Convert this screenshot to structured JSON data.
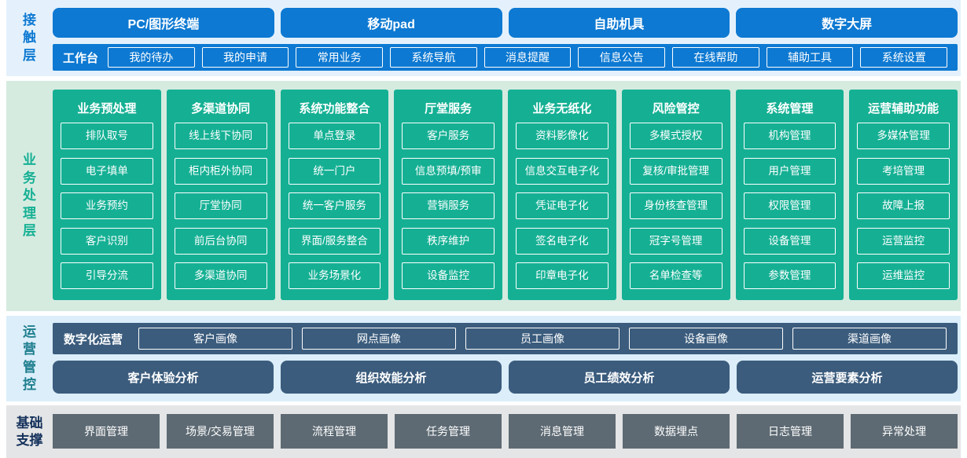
{
  "colors": {
    "blue": "#0d79d2",
    "teal": "#15b094",
    "slate": "#3b5c7d",
    "gray": "#5d6a73",
    "contact_band_bg": "#e4f1fc",
    "business_band_bg": "#d6ebe0",
    "operations_band_bg": "#dbeefa",
    "foundation_band_bg": "#e4e5e6",
    "operations_label": "#1e7e8e",
    "foundation_label": "#15325c"
  },
  "layers": {
    "contact": {
      "label": "接触层",
      "channels": [
        "PC/图形终端",
        "移动pad",
        "自助机具",
        "数字大屏"
      ],
      "workbench": {
        "label": "工作台",
        "items": [
          "我的待办",
          "我的申请",
          "常用业务",
          "系统导航",
          "消息提醒",
          "信息公告",
          "在线帮助",
          "辅助工具",
          "系统设置"
        ]
      }
    },
    "business": {
      "label": "业务处理层",
      "columns": [
        {
          "title": "业务预处理",
          "items": [
            "排队取号",
            "电子填单",
            "业务预约",
            "客户识别",
            "引导分流"
          ]
        },
        {
          "title": "多渠道协同",
          "items": [
            "线上线下协同",
            "柜内柜外协同",
            "厅堂协同",
            "前后台协同",
            "多渠道协同"
          ]
        },
        {
          "title": "系统功能整合",
          "items": [
            "单点登录",
            "统一门户",
            "统一客户服务",
            "界面/服务整合",
            "业务场景化"
          ]
        },
        {
          "title": "厅堂服务",
          "items": [
            "客户服务",
            "信息预填/预审",
            "营销服务",
            "秩序维护",
            "设备监控"
          ]
        },
        {
          "title": "业务无纸化",
          "items": [
            "资料影像化",
            "信息交互电子化",
            "凭证电子化",
            "签名电子化",
            "印章电子化"
          ]
        },
        {
          "title": "风险管控",
          "items": [
            "多模式授权",
            "复核/审批管理",
            "身份核查管理",
            "冠字号管理",
            "名单检查等"
          ]
        },
        {
          "title": "系统管理",
          "items": [
            "机构管理",
            "用户管理",
            "权限管理",
            "设备管理",
            "参数管理"
          ]
        },
        {
          "title": "运营辅助功能",
          "items": [
            "多媒体管理",
            "考培管理",
            "故障上报",
            "运营监控",
            "运维监控"
          ]
        }
      ]
    },
    "operations": {
      "label": "运营管控",
      "digital": {
        "label": "数字化运营",
        "items": [
          "客户画像",
          "网点画像",
          "员工画像",
          "设备画像",
          "渠道画像"
        ]
      },
      "analysis": [
        "客户体验分析",
        "组织效能分析",
        "员工绩效分析",
        "运营要素分析"
      ]
    },
    "foundation": {
      "label": "基础支撑",
      "items": [
        "界面管理",
        "场景/交易管理",
        "流程管理",
        "任务管理",
        "消息管理",
        "数据埋点",
        "日志管理",
        "异常处理"
      ]
    }
  }
}
